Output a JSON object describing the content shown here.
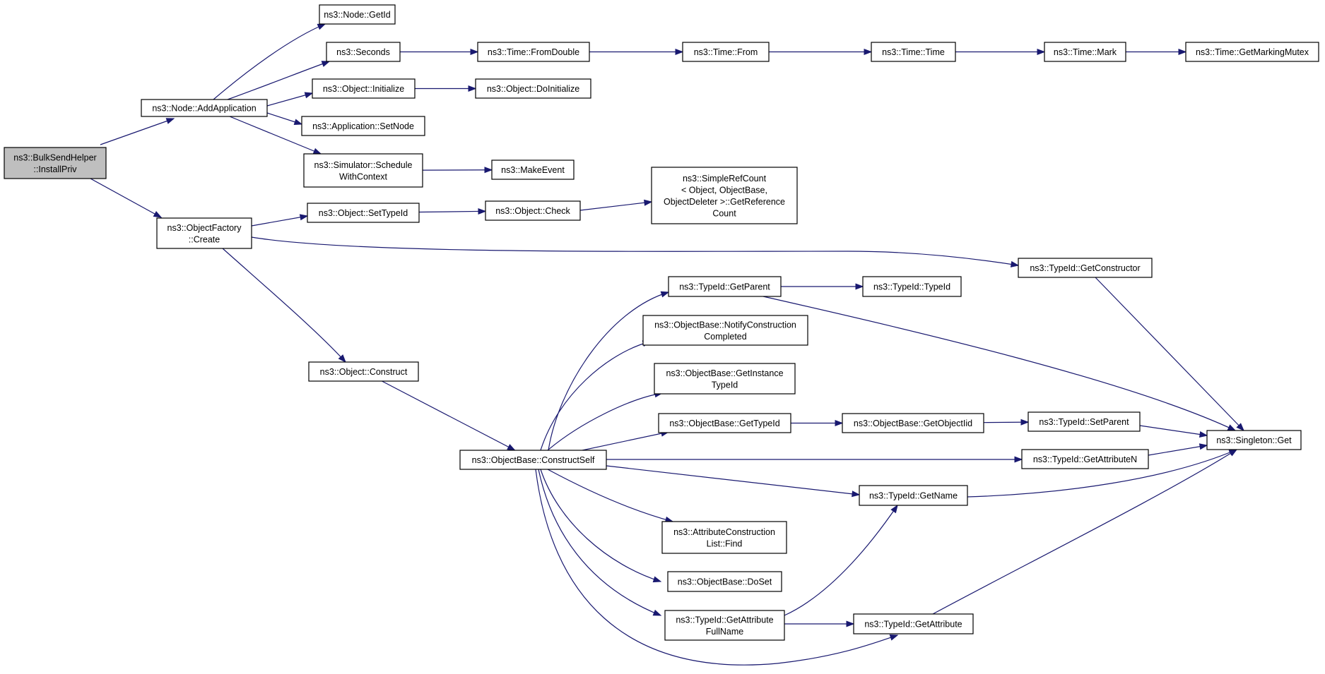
{
  "nodes": {
    "bulk_install": {
      "lines": [
        "ns3::BulkSendHelper",
        "::InstallPriv"
      ]
    },
    "node_addapp": {
      "lines": [
        "ns3::Node::AddApplication"
      ]
    },
    "node_getid": {
      "lines": [
        "ns3::Node::GetId"
      ]
    },
    "seconds": {
      "lines": [
        "ns3::Seconds"
      ]
    },
    "time_fromdouble": {
      "lines": [
        "ns3::Time::FromDouble"
      ]
    },
    "time_from": {
      "lines": [
        "ns3::Time::From"
      ]
    },
    "time_time": {
      "lines": [
        "ns3::Time::Time"
      ]
    },
    "time_mark": {
      "lines": [
        "ns3::Time::Mark"
      ]
    },
    "time_getmarkingmutex": {
      "lines": [
        "ns3::Time::GetMarkingMutex"
      ]
    },
    "object_initialize": {
      "lines": [
        "ns3::Object::Initialize"
      ]
    },
    "object_doinitialize": {
      "lines": [
        "ns3::Object::DoInitialize"
      ]
    },
    "app_setnode": {
      "lines": [
        "ns3::Application::SetNode"
      ]
    },
    "sim_schedulewithcontext": {
      "lines": [
        "ns3::Simulator::Schedule",
        "WithContext"
      ]
    },
    "makeevent": {
      "lines": [
        "ns3::MakeEvent"
      ]
    },
    "objfactory_create": {
      "lines": [
        "ns3::ObjectFactory",
        "::Create"
      ]
    },
    "object_settypeid": {
      "lines": [
        "ns3::Object::SetTypeId"
      ]
    },
    "object_check": {
      "lines": [
        "ns3::Object::Check"
      ]
    },
    "simplerefcount": {
      "lines": [
        "ns3::SimpleRefCount",
        "< Object, ObjectBase,",
        "ObjectDeleter >::GetReference",
        "Count"
      ]
    },
    "typeid_getconstructor": {
      "lines": [
        "ns3::TypeId::GetConstructor"
      ]
    },
    "object_construct": {
      "lines": [
        "ns3::Object::Construct"
      ]
    },
    "objbase_constructself": {
      "lines": [
        "ns3::ObjectBase::ConstructSelf"
      ]
    },
    "typeid_getparent": {
      "lines": [
        "ns3::TypeId::GetParent"
      ]
    },
    "typeid_typeid": {
      "lines": [
        "ns3::TypeId::TypeId"
      ]
    },
    "objbase_notify": {
      "lines": [
        "ns3::ObjectBase::NotifyConstruction",
        "Completed"
      ]
    },
    "objbase_getinstance": {
      "lines": [
        "ns3::ObjectBase::GetInstance",
        "TypeId"
      ]
    },
    "objbase_gettypeid": {
      "lines": [
        "ns3::ObjectBase::GetTypeId"
      ]
    },
    "objbase_getobjectiid": {
      "lines": [
        "ns3::ObjectBase::GetObjectIid"
      ]
    },
    "typeid_setparent": {
      "lines": [
        "ns3::TypeId::SetParent"
      ]
    },
    "singleton_get": {
      "lines": [
        "ns3::Singleton::Get"
      ]
    },
    "typeid_getattributen": {
      "lines": [
        "ns3::TypeId::GetAttributeN"
      ]
    },
    "typeid_getname": {
      "lines": [
        "ns3::TypeId::GetName"
      ]
    },
    "attrconstructionlist_find": {
      "lines": [
        "ns3::AttributeConstruction",
        "List::Find"
      ]
    },
    "objbase_doset": {
      "lines": [
        "ns3::ObjectBase::DoSet"
      ]
    },
    "typeid_getattributefullname": {
      "lines": [
        "ns3::TypeId::GetAttribute",
        "FullName"
      ]
    },
    "typeid_getattribute": {
      "lines": [
        "ns3::TypeId::GetAttribute"
      ]
    }
  },
  "edges": [
    [
      "bulk_install",
      "node_addapp"
    ],
    [
      "bulk_install",
      "objfactory_create"
    ],
    [
      "node_addapp",
      "node_getid"
    ],
    [
      "node_addapp",
      "seconds"
    ],
    [
      "node_addapp",
      "object_initialize"
    ],
    [
      "node_addapp",
      "app_setnode"
    ],
    [
      "node_addapp",
      "sim_schedulewithcontext"
    ],
    [
      "seconds",
      "time_fromdouble"
    ],
    [
      "time_fromdouble",
      "time_from"
    ],
    [
      "time_from",
      "time_time"
    ],
    [
      "time_time",
      "time_mark"
    ],
    [
      "time_mark",
      "time_getmarkingmutex"
    ],
    [
      "object_initialize",
      "object_doinitialize"
    ],
    [
      "sim_schedulewithcontext",
      "makeevent"
    ],
    [
      "objfactory_create",
      "object_settypeid"
    ],
    [
      "objfactory_create",
      "typeid_getconstructor"
    ],
    [
      "objfactory_create",
      "object_construct"
    ],
    [
      "object_settypeid",
      "object_check"
    ],
    [
      "object_check",
      "simplerefcount"
    ],
    [
      "typeid_getconstructor",
      "singleton_get"
    ],
    [
      "object_construct",
      "objbase_constructself"
    ],
    [
      "objbase_constructself",
      "typeid_getparent"
    ],
    [
      "objbase_constructself",
      "objbase_notify"
    ],
    [
      "objbase_constructself",
      "objbase_getinstance"
    ],
    [
      "objbase_constructself",
      "objbase_gettypeid"
    ],
    [
      "objbase_constructself",
      "typeid_getattributen"
    ],
    [
      "objbase_constructself",
      "typeid_getname"
    ],
    [
      "objbase_constructself",
      "attrconstructionlist_find"
    ],
    [
      "objbase_constructself",
      "objbase_doset"
    ],
    [
      "objbase_constructself",
      "typeid_getattributefullname"
    ],
    [
      "objbase_constructself",
      "typeid_getattribute"
    ],
    [
      "typeid_getparent",
      "typeid_typeid"
    ],
    [
      "typeid_getparent",
      "singleton_get"
    ],
    [
      "objbase_gettypeid",
      "objbase_getobjectiid"
    ],
    [
      "objbase_getobjectiid",
      "typeid_setparent"
    ],
    [
      "typeid_setparent",
      "singleton_get"
    ],
    [
      "typeid_getattributen",
      "singleton_get"
    ],
    [
      "typeid_getname",
      "singleton_get"
    ],
    [
      "typeid_getattributefullname",
      "typeid_getname"
    ],
    [
      "typeid_getattributefullname",
      "typeid_getattribute"
    ],
    [
      "typeid_getattribute",
      "singleton_get"
    ]
  ],
  "colors": {
    "edge": "#191970",
    "node_border": "#000000",
    "node_fill": "#ffffff",
    "root_fill": "#bfbfbf"
  }
}
